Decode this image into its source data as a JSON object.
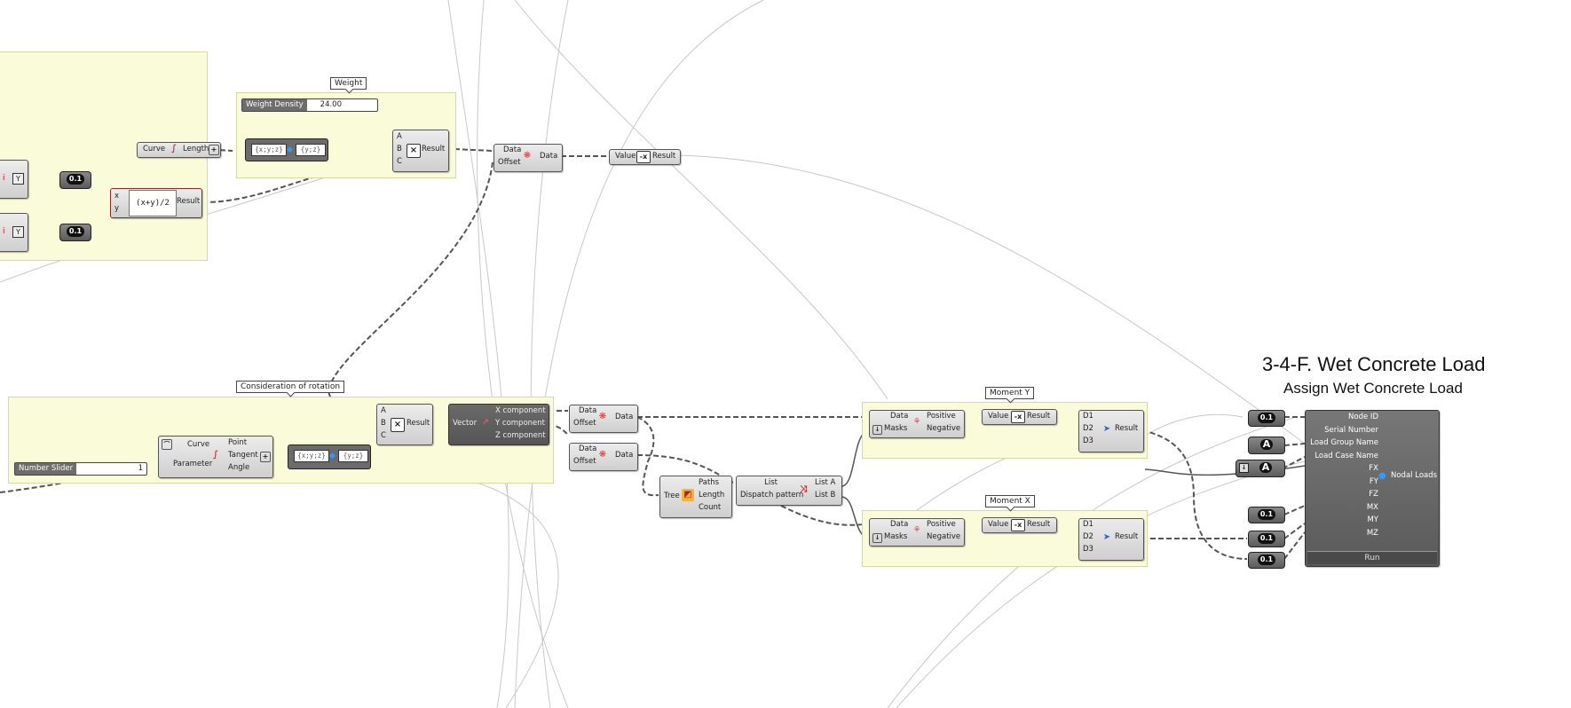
{
  "groups": {
    "weight_tag": "Weight",
    "rotation_tag": "Consideration of rotation",
    "moment_y_tag": "Moment Y",
    "moment_x_tag": "Moment X"
  },
  "heading": {
    "title": "3-4-F. Wet Concrete Load",
    "subtitle": "Assign Wet Concrete Load"
  },
  "sliders": {
    "weight_density": {
      "label": "Weight Density",
      "value": "24.00"
    },
    "number_slider": {
      "label": "Number Slider",
      "value": "1"
    }
  },
  "components": {
    "curve_length": {
      "in": "Curve",
      "out": "Length"
    },
    "expression": {
      "in1": "x",
      "in2": "y",
      "expr": "(x+y)/2",
      "out": "Result"
    },
    "multiply_top": {
      "a": "A",
      "b": "B",
      "c": "C",
      "out": "Result"
    },
    "shift_top": {
      "in1": "Data",
      "in2": "Offset",
      "out": "Data"
    },
    "negative_top": {
      "in": "Value",
      "out": "Result"
    },
    "panel_xyz": "{x;y;z}",
    "panel_yz": "{y;z}",
    "multiply_bottom": {
      "a": "A",
      "b": "B",
      "c": "C",
      "out": "Result"
    },
    "eval_curve": {
      "in1": "Curve",
      "in2": "Parameter",
      "out1": "Point",
      "out2": "Tangent",
      "out3": "Angle"
    },
    "vector": {
      "in": "Vector",
      "out1": "X component",
      "out2": "Y component",
      "out3": "Z component"
    },
    "shift_1": {
      "in1": "Data",
      "in2": "Offset",
      "out": "Data"
    },
    "shift_2": {
      "in1": "Data",
      "in2": "Offset",
      "out": "Data"
    },
    "tree_stats": {
      "in": "Tree",
      "out1": "Paths",
      "out2": "Length",
      "out3": "Count"
    },
    "dispatch": {
      "in1": "List",
      "in2": "Dispatch pattern",
      "out1": "List A",
      "out2": "List B"
    },
    "cull_y": {
      "in1": "Data",
      "in2": "Masks",
      "out1": "Positive",
      "out2": "Negative"
    },
    "neg_y": {
      "in": "Value",
      "out": "Result"
    },
    "merge_y": {
      "in1": "D1",
      "in2": "D2",
      "in3": "D3",
      "out": "Result"
    },
    "cull_x": {
      "in1": "Data",
      "in2": "Masks",
      "out1": "Positive",
      "out2": "Negative"
    },
    "neg_x": {
      "in": "Value",
      "out": "Result"
    },
    "merge_x": {
      "in1": "D1",
      "in2": "D2",
      "in3": "D3",
      "out": "Result"
    },
    "nodal": {
      "inputs": [
        "Node ID",
        "Serial Number",
        "Load Group Name",
        "Load Case Name",
        "FX",
        "FY",
        "FZ",
        "MX",
        "MY",
        "MZ"
      ],
      "output": "Nodal Loads",
      "run": "Run"
    }
  },
  "params": {
    "num_label": "0.1",
    "text_label": "A",
    "y_label": "Y",
    "i_label": "i"
  }
}
